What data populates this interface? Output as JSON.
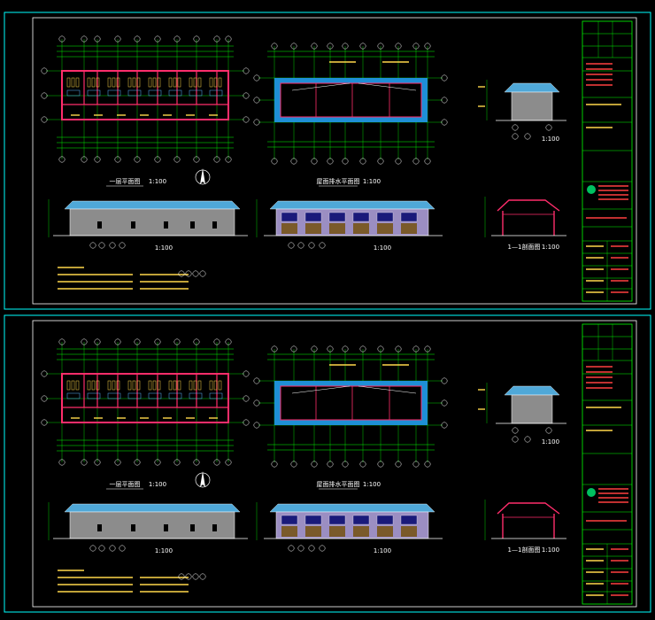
{
  "sheets": [
    {
      "floor_plan_title": "一层平面图",
      "floor_plan_scale": "1:100",
      "roof_plan_title": "屋面排水平面图",
      "roof_plan_scale": "1:100",
      "side_elev_scale": "1:100",
      "front_elev_scale": "1:100",
      "back_elev_scale": "1:100",
      "section_title": "1—1剖面图",
      "section_scale": "1:100"
    },
    {
      "floor_plan_title": "一层平面图",
      "floor_plan_scale": "1:100",
      "roof_plan_title": "屋面排水平面图",
      "roof_plan_scale": "1:100",
      "side_elev_scale": "1:100",
      "front_elev_scale": "1:100",
      "back_elev_scale": "1:100",
      "section_title": "1—1剖面图",
      "section_scale": "1:100"
    }
  ],
  "colors": {
    "background": "#000000",
    "frame": "#00ffff",
    "grid_axis": "#00ff00",
    "walls": "#ff2d6b",
    "roof_tiles": "#4fa8d8",
    "parapet": "#1e8fd6",
    "wall_face": "#8c8c8c",
    "title_block": "#00ff00"
  },
  "icons": [
    "north-arrow-icon",
    "tree-logo-icon"
  ]
}
